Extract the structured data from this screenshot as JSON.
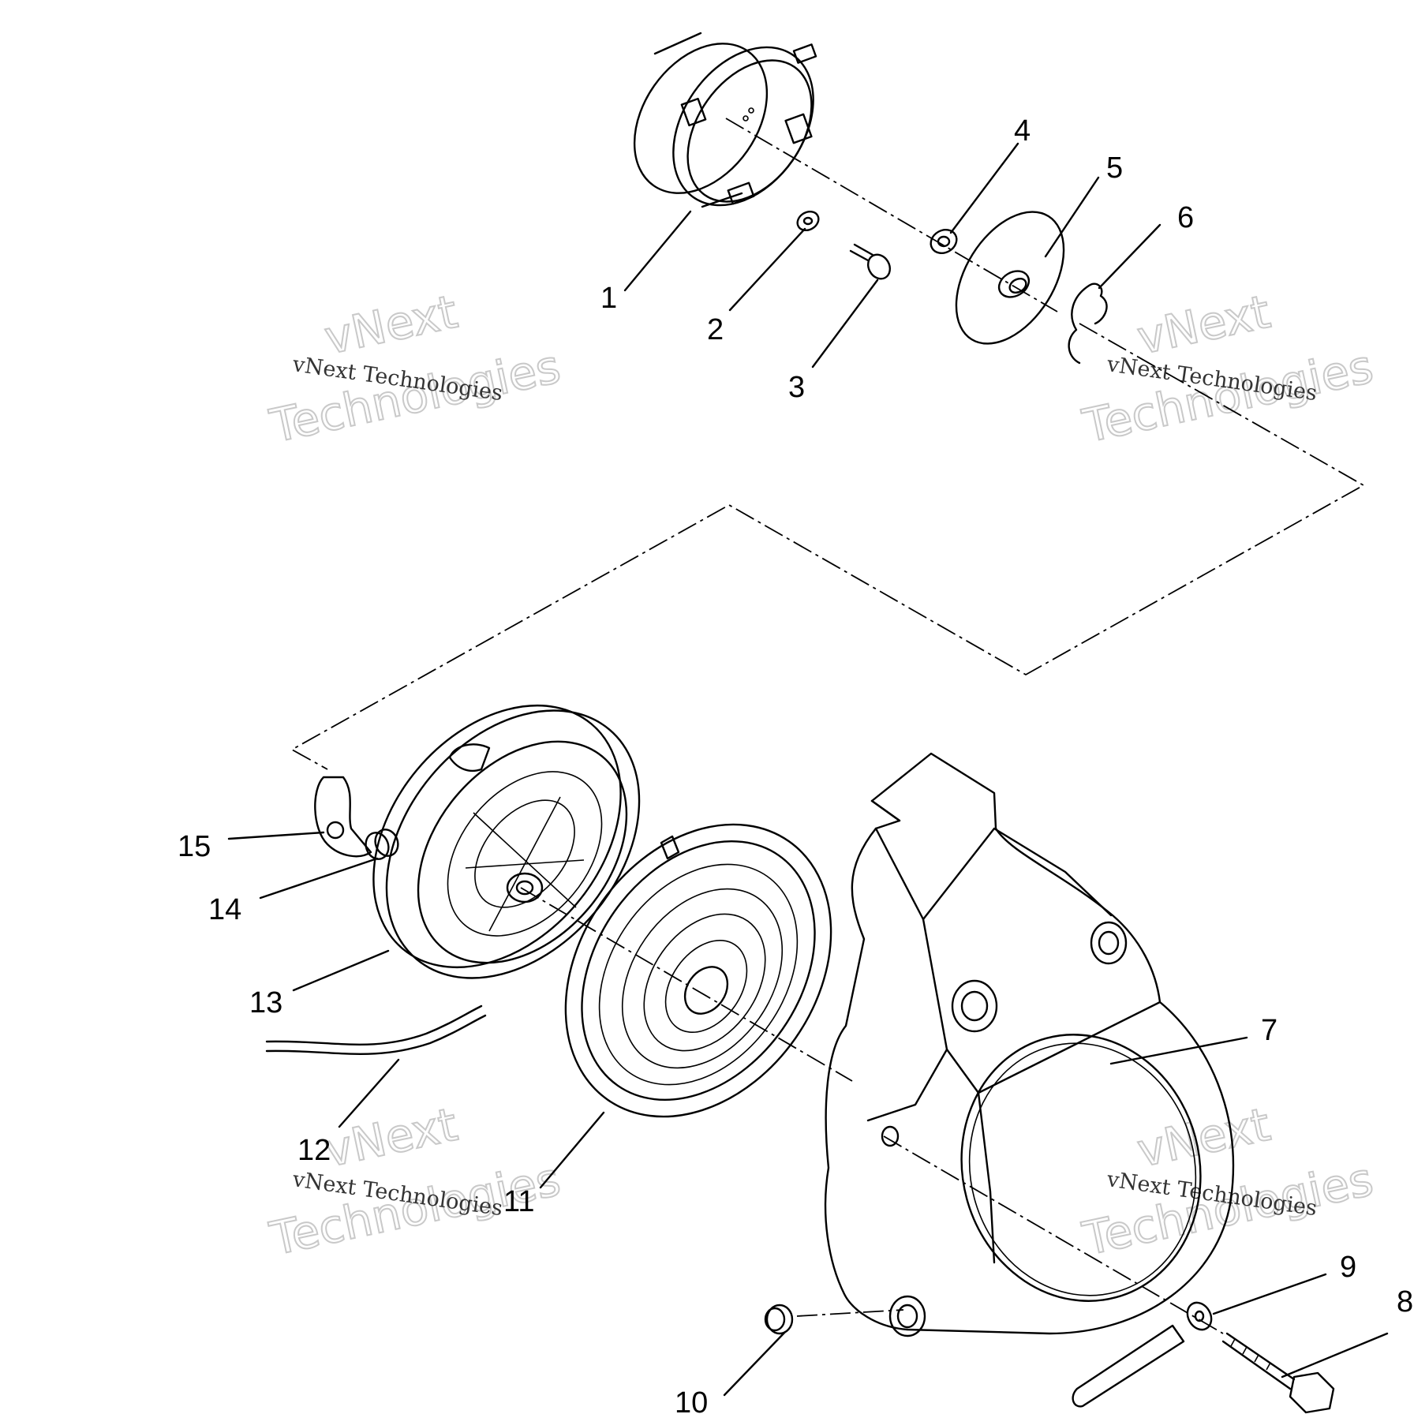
{
  "callouts": [
    "1",
    "2",
    "3",
    "4",
    "5",
    "6",
    "7",
    "8",
    "9",
    "10",
    "11",
    "12",
    "13",
    "14",
    "15"
  ],
  "watermark": {
    "small": "vNext Technologies",
    "big_line1": "vNext",
    "big_line2": "Technologies"
  },
  "colors": {
    "line": "#000000",
    "background": "#ffffff",
    "watermark": "#c9c9c9"
  }
}
